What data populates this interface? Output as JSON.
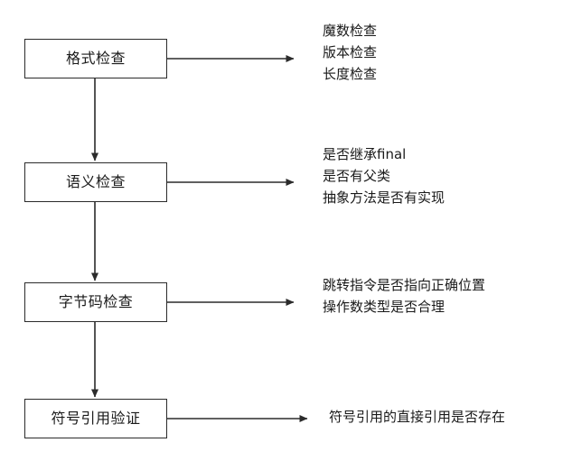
{
  "diagram": {
    "type": "flowchart",
    "orientation": "vertical",
    "stroke_color": "#2b2b2b",
    "background_color": "#ffffff",
    "text_color": "#1a1a1a",
    "nodes": [
      {
        "id": "format-check",
        "label": "格式检查",
        "details": [
          "魔数检查",
          "版本检查",
          "长度检查"
        ]
      },
      {
        "id": "semantic-check",
        "label": "语义检查",
        "details": [
          "是否继承final",
          "是否有父类",
          "抽象方法是否有实现"
        ]
      },
      {
        "id": "bytecode-check",
        "label": "字节码检查",
        "details": [
          "跳转指令是否指向正确位置",
          "操作数类型是否合理"
        ]
      },
      {
        "id": "symbol-reference-check",
        "label": "符号引用验证",
        "details": [
          "符号引用的直接引用是否存在"
        ]
      }
    ],
    "connectors": [
      {
        "id": "flow-1-to-2",
        "from": "format-check",
        "to": "semantic-check",
        "direction": "down"
      },
      {
        "id": "flow-2-to-3",
        "from": "semantic-check",
        "to": "bytecode-check",
        "direction": "down"
      },
      {
        "id": "flow-3-to-4",
        "from": "bytecode-check",
        "to": "symbol-reference-check",
        "direction": "down"
      },
      {
        "id": "detail-arrow-1",
        "from": "format-check",
        "to": "detail-1",
        "direction": "right"
      },
      {
        "id": "detail-arrow-2",
        "from": "semantic-check",
        "to": "detail-2",
        "direction": "right"
      },
      {
        "id": "detail-arrow-3",
        "from": "bytecode-check",
        "to": "detail-3",
        "direction": "right"
      },
      {
        "id": "detail-arrow-4",
        "from": "symbol-reference-check",
        "to": "detail-4",
        "direction": "right"
      }
    ]
  }
}
